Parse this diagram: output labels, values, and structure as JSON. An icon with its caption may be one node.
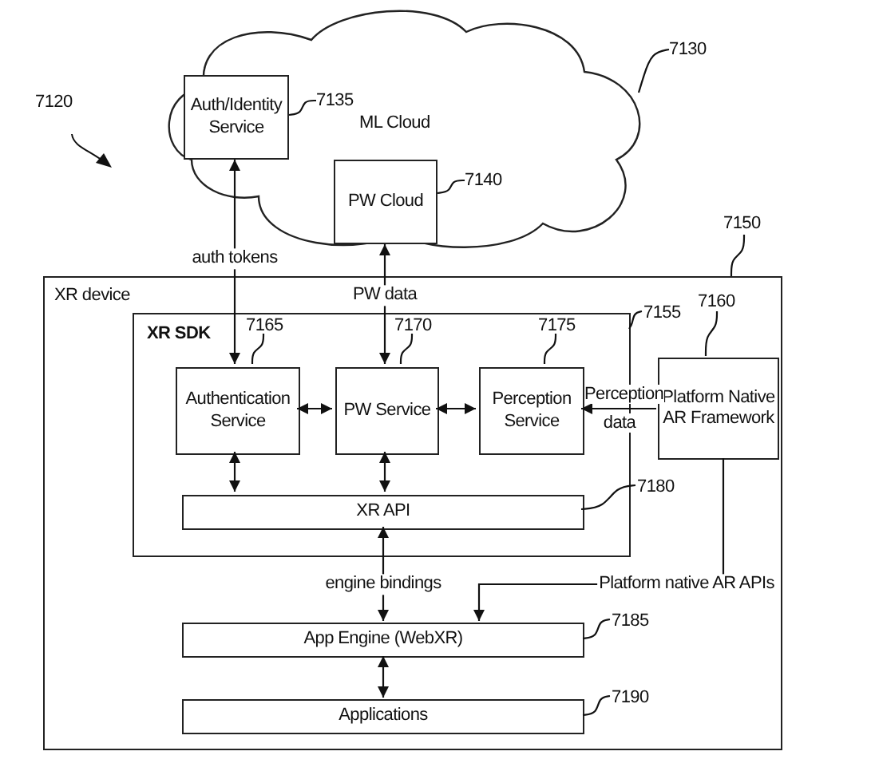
{
  "diagram": {
    "nodes": [
      {
        "text": [
          "ML Cloud"
        ]
      },
      {
        "text": [
          "Auth/Identity Service"
        ],
        "in": 0
      },
      {
        "text": [
          "PW Cloud"
        ],
        "in": 0
      },
      {
        "text": [
          "XR device"
        ]
      },
      {
        "text": [
          "XR SDK"
        ],
        "in": 3
      },
      {
        "text": [
          "Authentication Service"
        ],
        "in": 4
      },
      {
        "text": [
          "PW Service"
        ],
        "in": 4
      },
      {
        "text": [
          "Perception Service"
        ],
        "in": 4
      },
      {
        "text": [
          "XR API"
        ],
        "in": 4
      },
      {
        "text": [
          "Platform Native AR Framework"
        ],
        "in": 3
      },
      {
        "text": [
          "App Engine (WebXR)"
        ],
        "in": 3
      },
      {
        "text": [
          "Applications"
        ],
        "in": 3
      },
      {
        "text": [
          "7130"
        ]
      },
      {
        "text": [
          "7135"
        ],
        "in": 0
      },
      {
        "text": [
          "7140"
        ],
        "in": 0
      },
      {
        "text": [
          "7150"
        ]
      },
      {
        "text": [
          "7155"
        ],
        "in": 3
      },
      {
        "text": [
          "7160"
        ],
        "in": 3
      },
      {
        "text": [
          "7165"
        ],
        "in": 4
      },
      {
        "text": [
          "7170"
        ],
        "in": 4
      },
      {
        "text": [
          "7175"
        ],
        "in": 4
      },
      {
        "text": [
          "7180"
        ],
        "in": 3
      },
      {
        "text": [
          "7185"
        ],
        "in": 3
      },
      {
        "text": [
          "7190"
        ],
        "in": 3
      }
    ],
    "edges": [
      {
        "from": 1,
        "to": 5,
        "arrow": "both",
        "label": "auth tokens"
      },
      {
        "from": 2,
        "to": 6,
        "arrow": "both",
        "label": "PW data"
      },
      {
        "from": 5,
        "to": 6,
        "arrow": "both"
      },
      {
        "from": 6,
        "to": 7,
        "arrow": "both"
      },
      {
        "from": 9,
        "to": 7,
        "arrow": "to",
        "label": "Perception data"
      },
      {
        "from": 5,
        "to": 8,
        "arrow": "both"
      },
      {
        "from": 6,
        "to": 8,
        "arrow": "both"
      },
      {
        "from": 8,
        "to": 10,
        "arrow": "both",
        "label": "engine bindings"
      },
      {
        "from": 9,
        "to": 10,
        "arrow": "to",
        "label": "Platform native AR APIs"
      },
      {
        "from": 10,
        "to": 11,
        "arrow": "both"
      },
      {
        "from": 12,
        "to": 0,
        "arrow": "none"
      },
      {
        "from": 13,
        "to": 1,
        "arrow": "none"
      },
      {
        "from": 14,
        "to": 2,
        "arrow": "none"
      },
      {
        "from": 15,
        "to": 3,
        "arrow": "none"
      },
      {
        "from": 16,
        "to": 4,
        "arrow": "none"
      },
      {
        "from": 17,
        "to": 9,
        "arrow": "none"
      },
      {
        "from": 18,
        "to": 5,
        "arrow": "none"
      },
      {
        "from": 19,
        "to": 6,
        "arrow": "none"
      },
      {
        "from": 20,
        "to": 7,
        "arrow": "none"
      },
      {
        "from": 21,
        "to": 8,
        "arrow": "none"
      },
      {
        "from": 22,
        "to": 10,
        "arrow": "none"
      },
      {
        "from": 23,
        "to": 11,
        "arrow": "none"
      }
    ],
    "labels": [
      "7120"
    ]
  }
}
